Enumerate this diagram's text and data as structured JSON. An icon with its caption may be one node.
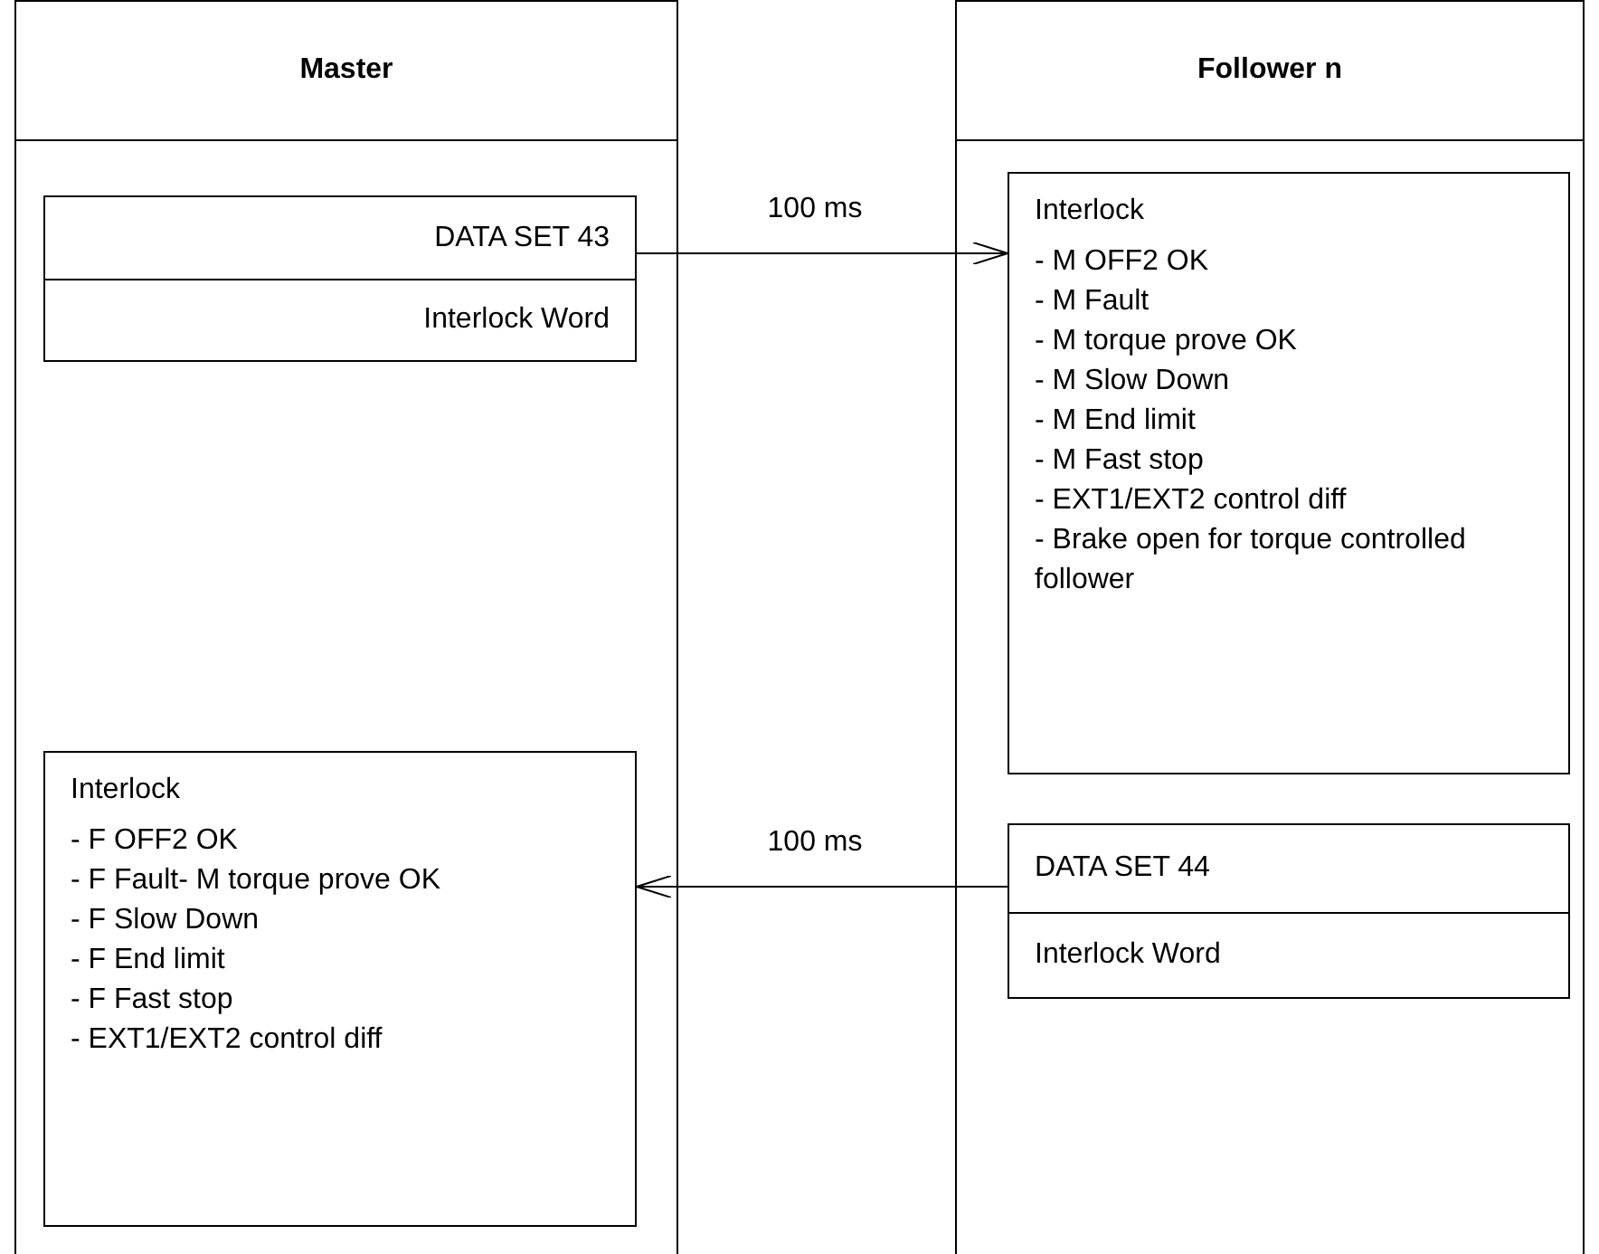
{
  "diagram": {
    "nodes": [
      {
        "text": [
          "Master"
        ]
      },
      {
        "text": [
          "DATA SET 43",
          "Interlock Word"
        ],
        "in": 0
      },
      {
        "text": [
          "Interlock",
          "- F OFF2 OK",
          "- F Fault- M torque prove OK",
          "- F Slow Down",
          "- F End limit",
          "- F Fast stop",
          "- EXT1/EXT2 control diff"
        ],
        "in": 0
      },
      {
        "text": [
          "Follower n"
        ]
      },
      {
        "text": [
          "Interlock",
          "- M OFF2 OK",
          "- M Fault",
          "- M torque prove OK",
          "- M Slow Down",
          "- M End limit",
          "- M Fast stop",
          "- EXT1/EXT2 control diff",
          "- Brake open for torque controlled follower"
        ],
        "in": 3
      },
      {
        "text": [
          "DATA SET 44",
          "Interlock Word"
        ],
        "in": 3
      }
    ],
    "edges": [
      {
        "from": 1,
        "to": 4,
        "arrow": "to",
        "label": "100 ms"
      },
      {
        "from": 5,
        "to": 2,
        "arrow": "to",
        "label": "100 ms"
      }
    ]
  }
}
